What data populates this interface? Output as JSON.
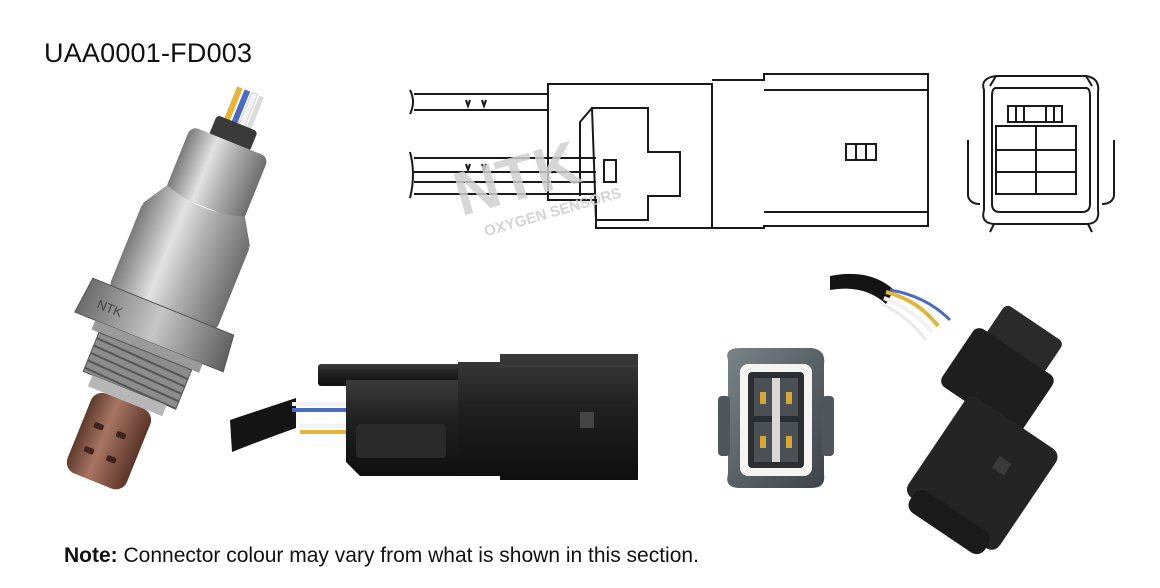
{
  "document": {
    "part_number": "UAA0001-FD003",
    "note_label": "Note:",
    "note_text": " Connector colour may vary from what is shown in this section."
  },
  "watermark": {
    "brand": "NTK",
    "tagline": "OXYGEN SENSORS"
  },
  "sensor_body": {
    "stamp": "NTK"
  },
  "colors": {
    "connector_black": "#1c1c1c",
    "connector_grey": "#5a6268",
    "sensor_metal": "#b9b9b9",
    "sensor_tip": "#8a5a48",
    "wire_yellow": "#e2b63a",
    "wire_blue": "#4a6cc0",
    "wire_white": "#f2f2f2",
    "line_drawing": "#1a1a1a",
    "watermark": "#d0d0d0"
  }
}
